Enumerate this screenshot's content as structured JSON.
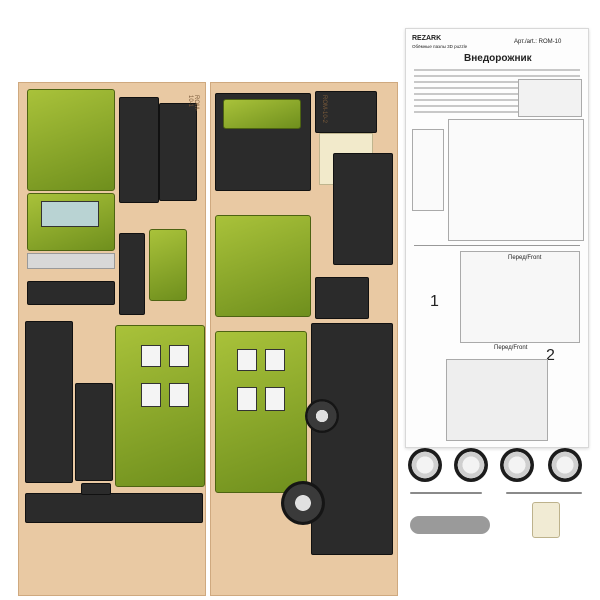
{
  "brand": "REZARK",
  "brand_tagline": "Обёмные пазлы 3D puzzle",
  "article": "Арт./art.: ROM-10",
  "title": "Внедорожник",
  "board_labels": [
    "ROM-10-1",
    "ROM-10-2"
  ],
  "step_numbers": [
    "1",
    "2"
  ],
  "front_label": "Перед/Front",
  "colors": {
    "board": "#e9c9a3",
    "green": "#8aa52a",
    "black": "#2b2b2b"
  }
}
